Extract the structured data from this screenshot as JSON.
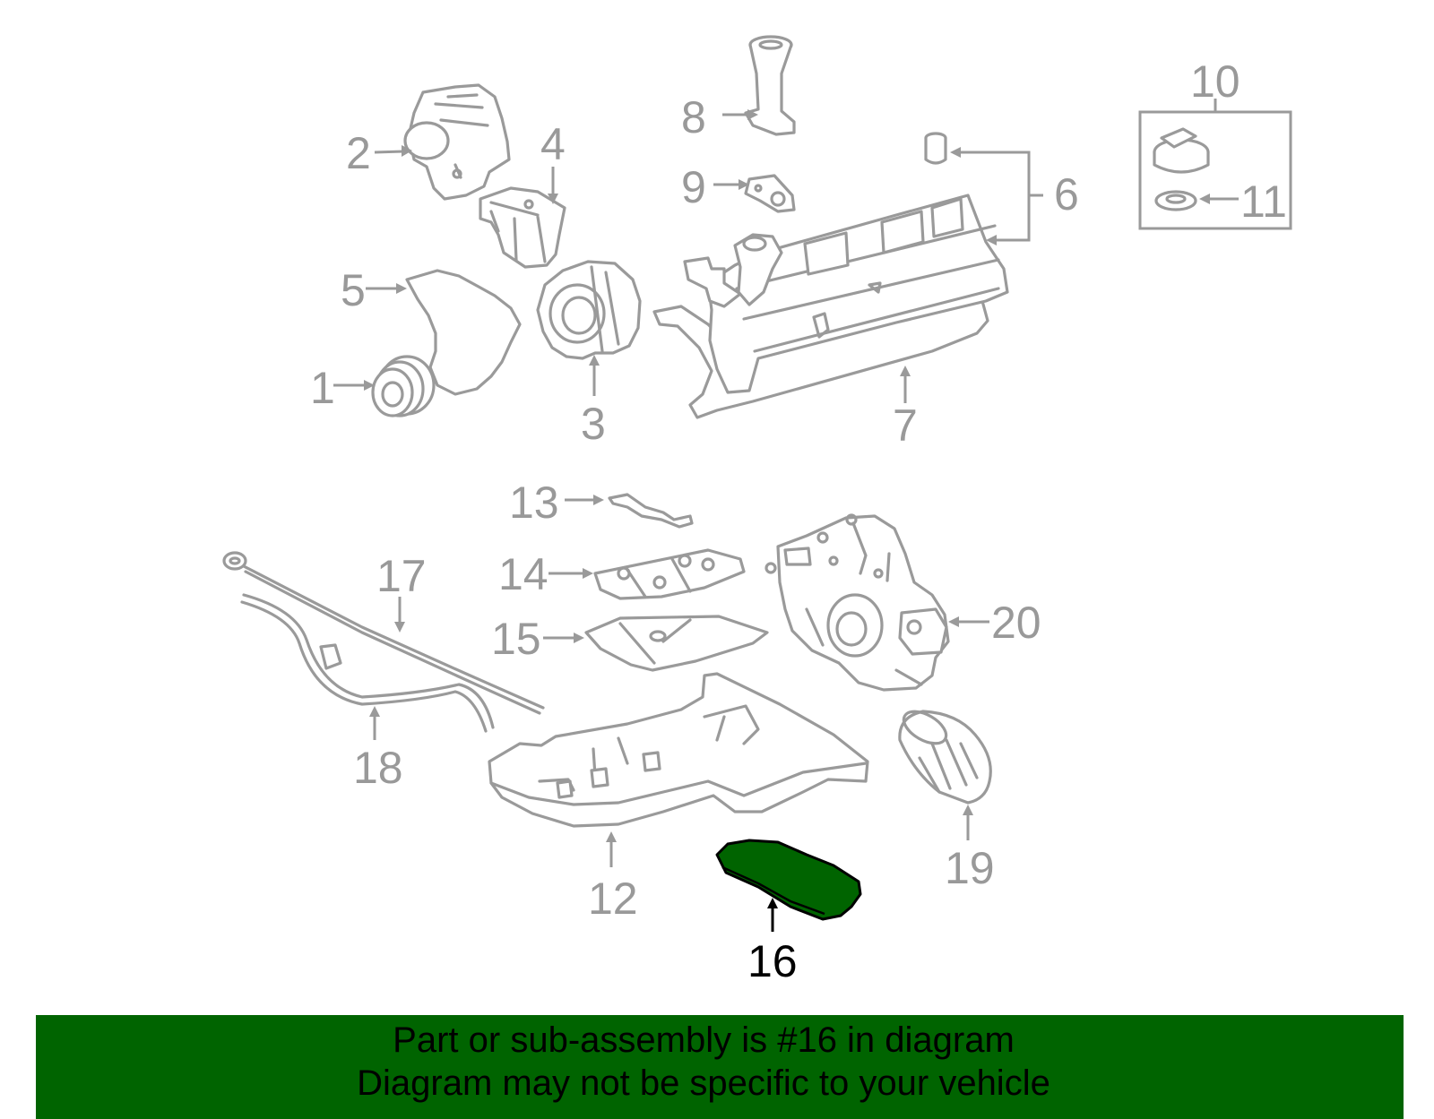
{
  "callouts": {
    "c1": "1",
    "c2": "2",
    "c3": "3",
    "c4": "4",
    "c5": "5",
    "c6": "6",
    "c7": "7",
    "c8": "8",
    "c9": "9",
    "c10": "10",
    "c11": "11",
    "c12": "12",
    "c13": "13",
    "c14": "14",
    "c15": "15",
    "c16": "16",
    "c17": "17",
    "c18": "18",
    "c19": "19",
    "c20": "20"
  },
  "highlight": {
    "part": "16",
    "color": "#006400"
  },
  "colors": {
    "linework": "#9a9a9a",
    "callout_text": "#999999",
    "banner_bg": "#006400"
  },
  "banner": {
    "line1": "Part or sub-assembly is #16 in diagram",
    "line2": "Diagram may not be specific to your vehicle"
  }
}
